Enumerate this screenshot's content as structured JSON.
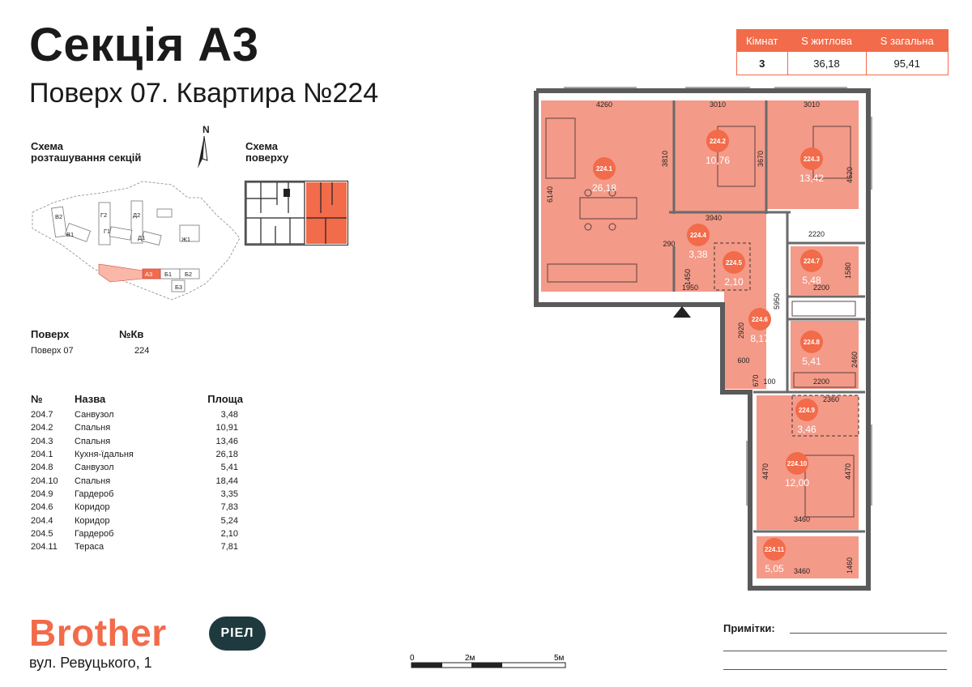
{
  "header": {
    "title": "Секція А3",
    "subtitle": "Поверх 07. Квартира №224"
  },
  "summary": {
    "headers": [
      "Кімнат",
      "S житлова",
      "S загальна"
    ],
    "values": [
      "3",
      "36,18",
      "95,41"
    ]
  },
  "schemes": {
    "sections_label_1": "Схема",
    "sections_label_2": "розташування секцій",
    "floor_label_1": "Схема",
    "floor_label_2": "поверху",
    "compass": "N",
    "section_labels": [
      "В2",
      "Г2",
      "Д2",
      "В1",
      "Г1",
      "Д1",
      "Ж1",
      "А3",
      "Б1",
      "Б2",
      "Б3"
    ]
  },
  "floor_info": {
    "floor_header": "Поверх",
    "apt_header": "№Кв",
    "floor_value": "Поверх 07",
    "apt_value": "224"
  },
  "rooms": {
    "headers": [
      "№",
      "Назва",
      "Площа"
    ],
    "rows": [
      [
        "204.7",
        "Санвузол",
        "3,48"
      ],
      [
        "204.2",
        "Спальня",
        "10,91"
      ],
      [
        "204.3",
        "Спальня",
        "13,46"
      ],
      [
        "204.1",
        "Кухня-їдальня",
        "26,18"
      ],
      [
        "204.8",
        "Санвузол",
        "5,41"
      ],
      [
        "204.10",
        "Спальня",
        "18,44"
      ],
      [
        "204.9",
        "Гардероб",
        "3,35"
      ],
      [
        "204.6",
        "Коридор",
        "7,83"
      ],
      [
        "204.4",
        "Коридор",
        "5,24"
      ],
      [
        "204.5",
        "Гардероб",
        "2,10"
      ],
      [
        "204.11",
        "Тераса",
        "7,81"
      ]
    ]
  },
  "plan": {
    "room_tags": [
      {
        "id": "224.1",
        "area": "26,18"
      },
      {
        "id": "224.2",
        "area": "10,76"
      },
      {
        "id": "224.3",
        "area": "13,42"
      },
      {
        "id": "224.4",
        "area": "3,38"
      },
      {
        "id": "224.5",
        "area": "2,10"
      },
      {
        "id": "224.6",
        "area": "8,17"
      },
      {
        "id": "224.7",
        "area": "5,48"
      },
      {
        "id": "224.8",
        "area": "5,41"
      },
      {
        "id": "224.9",
        "area": "3,46"
      },
      {
        "id": "224.10",
        "area": "12,00"
      },
      {
        "id": "224.11",
        "area": "5,05"
      }
    ],
    "dimensions": [
      "4260",
      "3010",
      "3010",
      "6140",
      "3810",
      "3940",
      "2220",
      "290",
      "1450",
      "1950",
      "5950",
      "4620",
      "3670",
      "1580",
      "2200",
      "2920",
      "600",
      "670",
      "100",
      "2460",
      "2200",
      "2360",
      "4470",
      "4470",
      "3460",
      "3460",
      "1460"
    ]
  },
  "footer": {
    "brand": "Brother",
    "badge": "РІЕЛ",
    "address": "вул. Ревуцького, 1",
    "notes_label": "Примітки:",
    "scale": [
      "0",
      "2м",
      "5м"
    ]
  },
  "colors": {
    "accent": "#f26b4a",
    "room_fill": "#f49a88",
    "wall": "#5a5a5a",
    "brand_dark": "#1e3a3f"
  }
}
